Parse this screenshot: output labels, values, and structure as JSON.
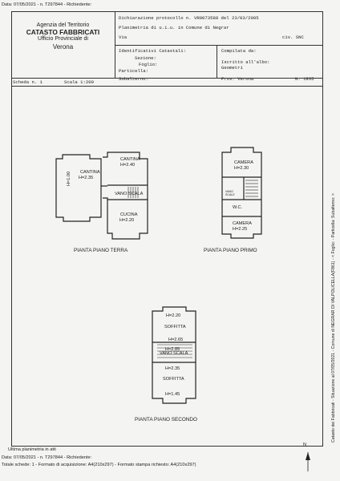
{
  "top_stamp": "Data: 07/05/2021 - n. T297844 - Richiedente:",
  "agency": {
    "line1": "Agenzia del Territorio",
    "line2": "CATASTO FABBRICATI",
    "line3": "Ufficio Provinciale di",
    "line4": "Verona"
  },
  "declaration": {
    "protocol": "Dichiarazione protocollo n. VR0073588 del 23/03/2005",
    "planimetry": "Planimetria di u.i.u. in Comune di Negrar",
    "via_label": "Via",
    "civ": "civ. SNC"
  },
  "cadastral": {
    "heading": "Identificativi Catastali:",
    "sezione": "Sezione:",
    "foglio": "Foglio:",
    "particella": "Particella:",
    "subalterno": "Subalterno:"
  },
  "compiled": {
    "heading": "Compilata da:",
    "albo": "Iscritto all'albo:",
    "profession": "Geometri",
    "prov": "Prov. Verona",
    "number": "N. 1935"
  },
  "scheda": "Scheda n. 1",
  "scala": "Scala 1:200",
  "rooms": {
    "cantina_left": "CANTINA",
    "cantina_left_h": "H=2.35",
    "h100": "H=1.00",
    "cantina_right": "CANTINA",
    "cantina_right_h": "H=2.40",
    "vano_scala": "VANO SCALA",
    "cucina": "CUCINA",
    "cucina_h": "H=2.20",
    "camera1": "CAMERA",
    "camera1_h": "H=2.30",
    "vano_scale_small": "VANO SCALE",
    "wc": "W.C.",
    "camera2": "CAMERA",
    "camera2_h": "H=2.25",
    "soffitta1_h": "H=2.20",
    "soffitta1": "SOFFITTA",
    "h265": "H=2.65",
    "h285": "H=2.85",
    "vano_scala2": "VANO SCALA",
    "h235": "H=2.35",
    "soffitta2": "SOFFITTA",
    "h145": "H=1.45"
  },
  "plans": {
    "terra": "PIANTA PIANO TERRA",
    "primo": "PIANTA PIANO PRIMO",
    "secondo": "PIANTA PIANO SECONDO"
  },
  "footer": {
    "ultima": "Ultima planimetria in atti",
    "data_line": "Data: 07/05/2021 - n. T297844 - Richiedente:",
    "totale": "Totale schede: 1 - Formato di acquisizione: A4(210x297) - Formato stampa richiesto: A4(210x297)"
  },
  "side_text": "Catasto dei Fabbricati - Situazione al 07/05/2021 - Comune di NEGRAR DI VALPOLICELLA(F861) - < Foglio: - Particella: Subalterno: >",
  "north": "N"
}
